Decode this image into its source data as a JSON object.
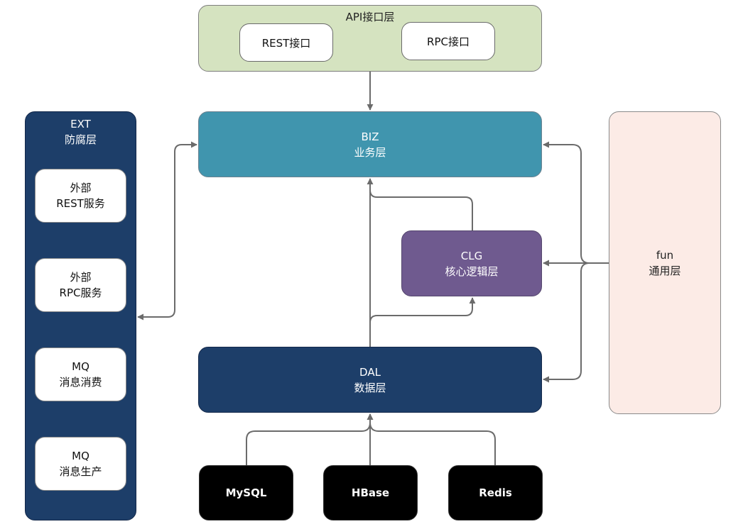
{
  "api": {
    "title": "API接口层",
    "rest": "REST接口",
    "rpc": "RPC接口"
  },
  "biz": {
    "line1": "BIZ",
    "line2": "业务层"
  },
  "clg": {
    "line1": "CLG",
    "line2": "核心逻辑层"
  },
  "dal": {
    "line1": "DAL",
    "line2": "数据层"
  },
  "ext": {
    "line1": "EXT",
    "line2": "防腐层",
    "items": [
      {
        "line1": "外部",
        "line2": "REST服务"
      },
      {
        "line1": "外部",
        "line2": "RPC服务"
      },
      {
        "line1": "MQ",
        "line2": "消息消费"
      },
      {
        "line1": "MQ",
        "line2": "消息生产"
      }
    ]
  },
  "fun": {
    "line1": "fun",
    "line2": "通用层"
  },
  "stores": [
    "MySQL",
    "HBase",
    "Redis"
  ],
  "colors": {
    "api": "#d5e3c0",
    "biz": "#4095ae",
    "clg": "#6f5a8f",
    "dal": "#1d3e69",
    "ext": "#1d3e69",
    "fun": "#fcebe6",
    "store": "#000000",
    "arrow": "#6b6b6b"
  }
}
